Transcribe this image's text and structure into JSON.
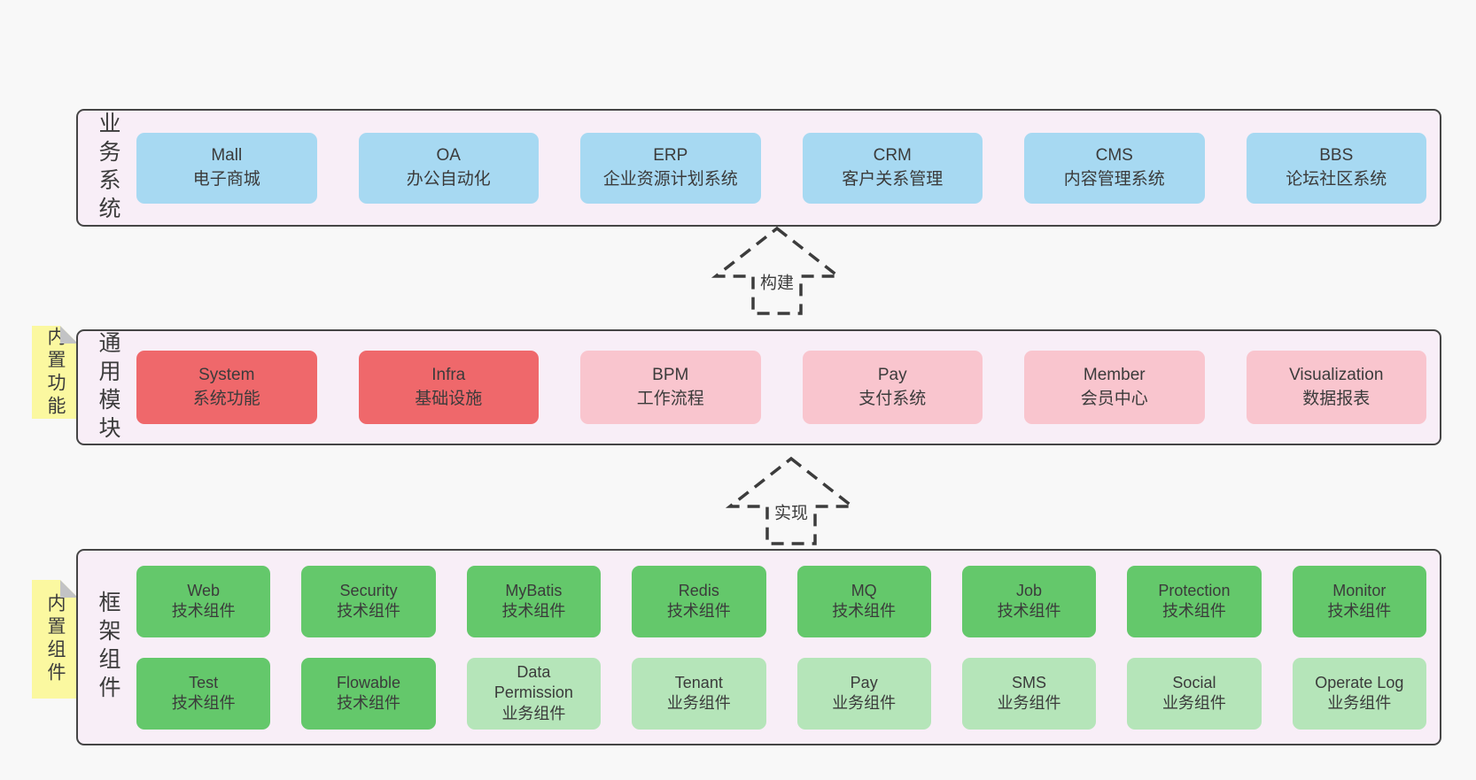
{
  "colors": {
    "page_bg": "#f8f8f8",
    "band_bg": "#f8eef7",
    "band_border": "#454545",
    "blue": "#a7d9f2",
    "red": "#ef686b",
    "pink": "#f9c5ce",
    "green": "#64c86b",
    "green_light": "#b5e5b9",
    "note_bg": "#fbf8a0",
    "note_fold": "#c2c3c5",
    "arrow": "#3c3c3c",
    "text": "#3b3b3b"
  },
  "bands": [
    {
      "id": "business-systems",
      "label": "业务系统",
      "rows": [
        [
          {
            "name": "Mall",
            "desc": "电子商城",
            "variant": "blue"
          },
          {
            "name": "OA",
            "desc": "办公自动化",
            "variant": "blue"
          },
          {
            "name": "ERP",
            "desc": "企业资源计划系统",
            "variant": "blue"
          },
          {
            "name": "CRM",
            "desc": "客户关系管理",
            "variant": "blue"
          },
          {
            "name": "CMS",
            "desc": "内容管理系统",
            "variant": "blue"
          },
          {
            "name": "BBS",
            "desc": "论坛社区系统",
            "variant": "blue"
          }
        ]
      ]
    },
    {
      "id": "common-modules",
      "label": "通用模块",
      "rows": [
        [
          {
            "name": "System",
            "desc": "系统功能",
            "variant": "red"
          },
          {
            "name": "Infra",
            "desc": "基础设施",
            "variant": "red"
          },
          {
            "name": "BPM",
            "desc": "工作流程",
            "variant": "pink"
          },
          {
            "name": "Pay",
            "desc": "支付系统",
            "variant": "pink"
          },
          {
            "name": "Member",
            "desc": "会员中心",
            "variant": "pink"
          },
          {
            "name": "Visualization",
            "desc": "数据报表",
            "variant": "pink"
          }
        ]
      ]
    },
    {
      "id": "framework-components",
      "label": "框架组件",
      "rows": [
        [
          {
            "name": "Web",
            "desc": "技术组件",
            "variant": "green"
          },
          {
            "name": "Security",
            "desc": "技术组件",
            "variant": "green"
          },
          {
            "name": "MyBatis",
            "desc": "技术组件",
            "variant": "green"
          },
          {
            "name": "Redis",
            "desc": "技术组件",
            "variant": "green"
          },
          {
            "name": "MQ",
            "desc": "技术组件",
            "variant": "green"
          },
          {
            "name": "Job",
            "desc": "技术组件",
            "variant": "green"
          },
          {
            "name": "Protection",
            "desc": "技术组件",
            "variant": "green"
          },
          {
            "name": "Monitor",
            "desc": "技术组件",
            "variant": "green"
          }
        ],
        [
          {
            "name": "Test",
            "desc": "技术组件",
            "variant": "green"
          },
          {
            "name": "Flowable",
            "desc": "技术组件",
            "variant": "green"
          },
          {
            "name": "Data Permission",
            "desc": "业务组件",
            "variant": "green-light"
          },
          {
            "name": "Tenant",
            "desc": "业务组件",
            "variant": "green-light"
          },
          {
            "name": "Pay",
            "desc": "业务组件",
            "variant": "green-light"
          },
          {
            "name": "SMS",
            "desc": "业务组件",
            "variant": "green-light"
          },
          {
            "name": "Social",
            "desc": "业务组件",
            "variant": "green-light"
          },
          {
            "name": "Operate Log",
            "desc": "业务组件",
            "variant": "green-light"
          }
        ]
      ]
    }
  ],
  "notes": [
    {
      "label": "内置功能"
    },
    {
      "label": "内置组件"
    }
  ],
  "arrows": [
    {
      "label": "构建"
    },
    {
      "label": "实现"
    }
  ]
}
